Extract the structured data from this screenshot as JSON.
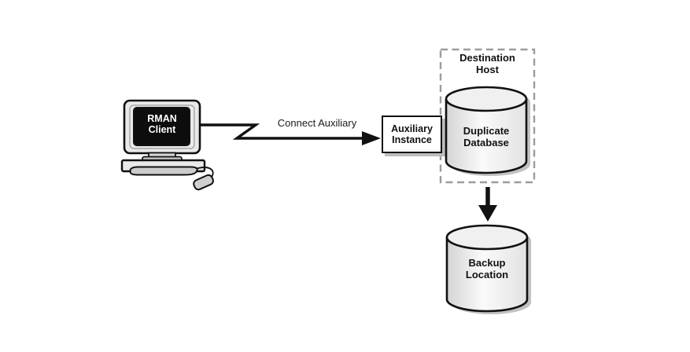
{
  "diagram": {
    "kind": "architecture-diagram",
    "background_color": "#ffffff",
    "nodes": {
      "rman_client": {
        "label": "RMAN\nClient",
        "shape": "computer-workstation"
      },
      "auxiliary_instance": {
        "label": "Auxiliary\nInstance",
        "shape": "rectangle"
      },
      "destination_host": {
        "label": "Destination\nHost",
        "shape": "dashed-container"
      },
      "duplicate_database": {
        "label": "Duplicate\nDatabase",
        "shape": "database-cylinder"
      },
      "backup_location": {
        "label": "Backup\nLocation",
        "shape": "database-cylinder"
      }
    },
    "edges": [
      {
        "from": "rman_client",
        "to": "auxiliary_instance",
        "label": "Connect Auxiliary",
        "style": "zigzag-break-arrow"
      },
      {
        "from": "duplicate_database",
        "to": "backup_location",
        "label": "",
        "style": "straight-arrow"
      }
    ],
    "containment": [
      {
        "container": "destination_host",
        "contains": [
          "duplicate_database"
        ]
      }
    ],
    "colors": {
      "line": "#111111",
      "dashed_border": "#9c9c9c",
      "shadow": "#c2c2c2",
      "cylinder_body_light": "#fafafa",
      "cylinder_body_dark": "#d4d4d4",
      "cylinder_top": "#f0f0f0",
      "bezel_gray": "#e9e9e9",
      "keyboard_gray": "#cccccc",
      "screen_black": "#0d0d0d",
      "text_on_screen": "#ffffff"
    }
  }
}
